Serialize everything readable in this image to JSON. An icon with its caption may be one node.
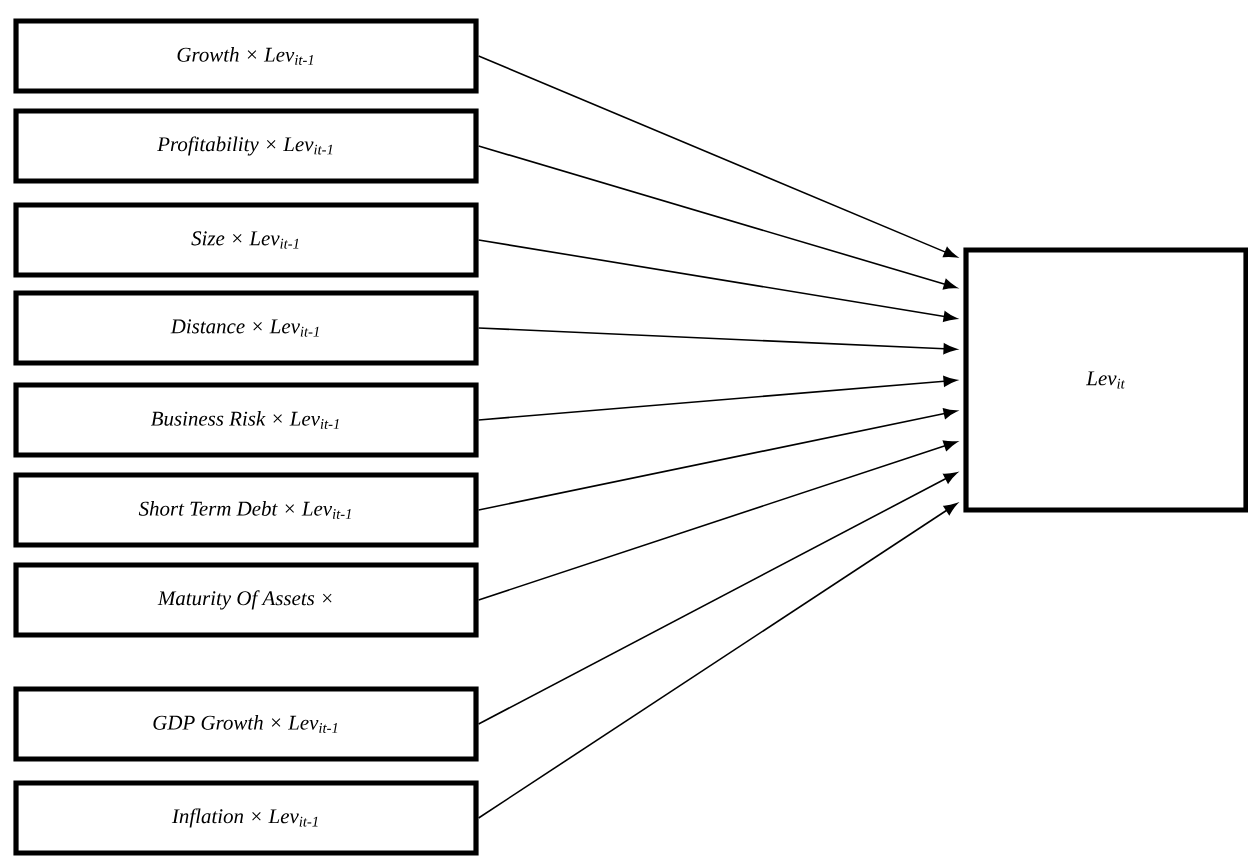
{
  "diagram": {
    "nodes": [
      {
        "text": [
          "Growth × Lev$_{it-1}$"
        ]
      },
      {
        "text": [
          "Profitability × Lev$_{it-1}$"
        ]
      },
      {
        "text": [
          "Size × Lev$_{it-1}$"
        ]
      },
      {
        "text": [
          "Distance × Lev$_{it-1}$"
        ]
      },
      {
        "text": [
          "Business Risk × Lev$_{it-1}$"
        ]
      },
      {
        "text": [
          "Short Term Debt × Lev$_{it-1}$"
        ]
      },
      {
        "text": [
          "Maturity Of Assets ×"
        ]
      },
      {
        "text": [
          "GDP Growth × Lev$_{it-1}$"
        ]
      },
      {
        "text": [
          "Inflation × Lev$_{it-1}$"
        ]
      },
      {
        "text": [
          "Lev$_{it}$"
        ]
      }
    ],
    "edges": [
      {
        "from": 0,
        "to": 9,
        "arrow": "to"
      },
      {
        "from": 1,
        "to": 9,
        "arrow": "to"
      },
      {
        "from": 2,
        "to": 9,
        "arrow": "to"
      },
      {
        "from": 3,
        "to": 9,
        "arrow": "to"
      },
      {
        "from": 4,
        "to": 9,
        "arrow": "to"
      },
      {
        "from": 5,
        "to": 9,
        "arrow": "to"
      },
      {
        "from": 6,
        "to": 9,
        "arrow": "to"
      },
      {
        "from": 7,
        "to": 9,
        "arrow": "to"
      },
      {
        "from": 8,
        "to": 9,
        "arrow": "to"
      }
    ]
  }
}
